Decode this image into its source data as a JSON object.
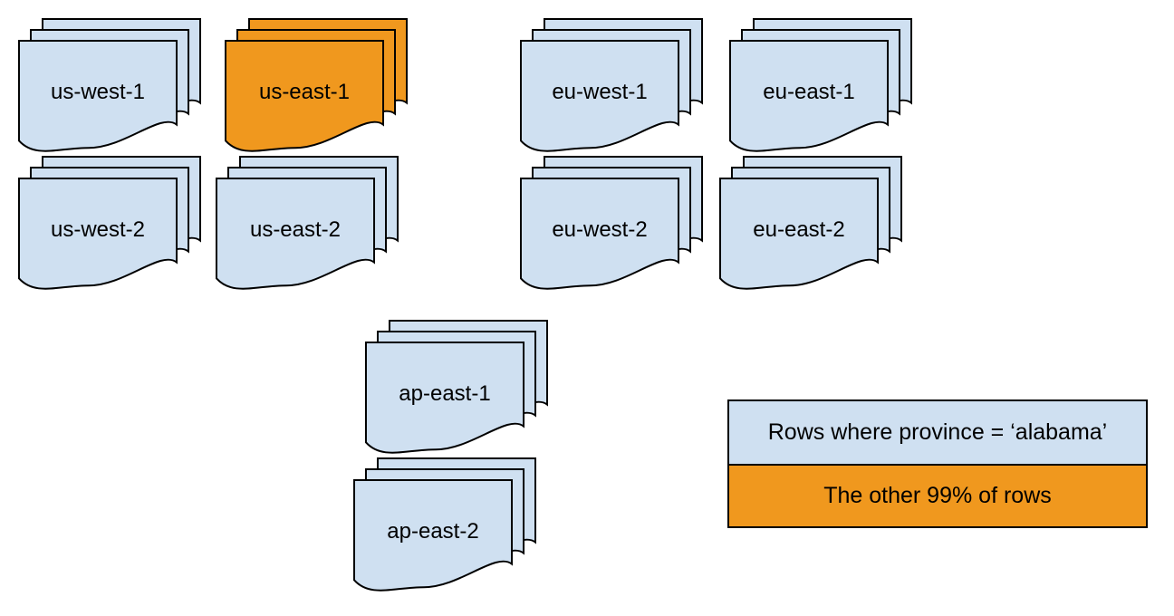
{
  "colors": {
    "document_blue": "#cfe0f1",
    "document_orange": "#f0981e",
    "outline": "#000000",
    "background": "#ffffff"
  },
  "stacks": [
    {
      "label": "us-west-1",
      "variant": "blue"
    },
    {
      "label": "us-east-1",
      "variant": "orange"
    },
    {
      "label": "eu-west-1",
      "variant": "blue"
    },
    {
      "label": "eu-east-1",
      "variant": "blue"
    },
    {
      "label": "us-west-2",
      "variant": "blue"
    },
    {
      "label": "us-east-2",
      "variant": "blue"
    },
    {
      "label": "eu-west-2",
      "variant": "blue"
    },
    {
      "label": "eu-east-2",
      "variant": "blue"
    },
    {
      "label": "ap-east-1",
      "variant": "blue"
    },
    {
      "label": "ap-east-2",
      "variant": "blue"
    }
  ],
  "legend": {
    "items": [
      {
        "label": "Rows where province = ‘alabama’",
        "variant": "blue"
      },
      {
        "label": "The other 99% of rows",
        "variant": "orange"
      }
    ]
  }
}
